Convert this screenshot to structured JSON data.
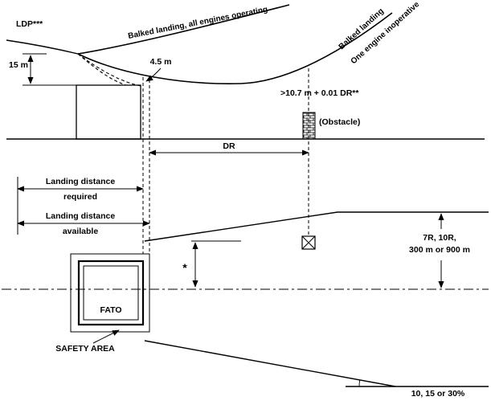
{
  "diagram": {
    "labels": {
      "ldp": "LDP***",
      "height_15m": "15 m",
      "height_4_5m": "4.5 m",
      "balked_all_engines": "Balked landing, all engines operating",
      "balked_oei_line1": "Balked landing",
      "balked_oei_line2": "One engine inoperative",
      "obstacle_clearance": ">10.7 m + 0.01 DR**",
      "obstacle": "(Obstacle)",
      "dr": "DR",
      "ldr_line1": "Landing distance",
      "ldr_line2": "required",
      "lda_line1": "Landing distance",
      "lda_line2": "available",
      "star": "*",
      "width_line1": "7R, 10R,",
      "width_line2": "300 m or 900 m",
      "fato": "FATO",
      "safety_area": "SAFETY AREA",
      "slope": "10, 15 or 30%"
    },
    "colors": {
      "line": "#000000",
      "background": "#ffffff"
    }
  }
}
